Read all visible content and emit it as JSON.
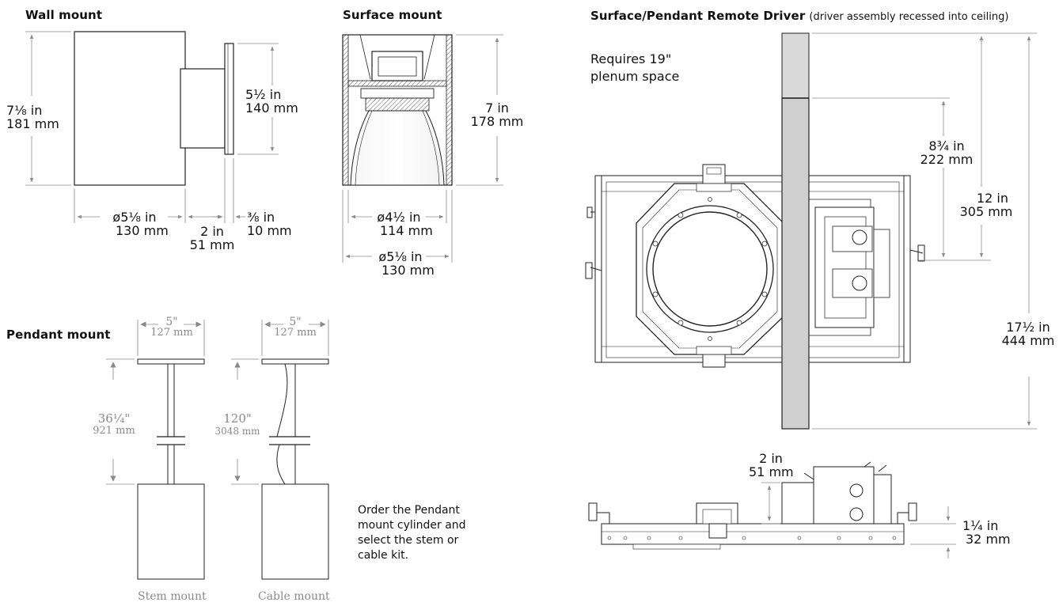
{
  "wall_mount": {
    "title": "Wall mount",
    "height_in": "7⅛ in",
    "height_mm": "181 mm",
    "plate_in": "5½ in",
    "plate_mm": "140 mm",
    "diam_in": "ø5⅛ in",
    "diam_mm": "130 mm",
    "arm_in": "2 in",
    "arm_mm": "51 mm",
    "plate_thk_in": "⅜ in",
    "plate_thk_mm": "10 mm"
  },
  "surface_mount": {
    "title": "Surface mount",
    "height_in": "7 in",
    "height_mm": "178 mm",
    "inner_in": "ø4½ in",
    "inner_mm": "114 mm",
    "outer_in": "ø5⅛ in",
    "outer_mm": "130 mm"
  },
  "remote_driver": {
    "title": "Surface/Pendant Remote Driver",
    "subtitle": "(driver assembly recessed into ceiling)",
    "plenum_note": "Requires 19\" plenum space",
    "dim1_in": "8¾ in",
    "dim1_mm": "222 mm",
    "dim2_in": "12 in",
    "dim2_mm": "305 mm",
    "dim3_in": "17½ in",
    "dim3_mm": "444 mm",
    "side_height_in": "2 in",
    "side_height_mm": "51 mm",
    "side_depth_in": "1¼ in",
    "side_depth_mm": "32 mm"
  },
  "pendant_mount": {
    "title": "Pendant mount",
    "stem": {
      "width_in": "5\"",
      "width_mm": "127 mm",
      "length_in": "36¼\"",
      "length_mm": "921 mm",
      "label": "Stem mount"
    },
    "cable": {
      "width_in": "5\"",
      "width_mm": "127 mm",
      "length_in": "120\"",
      "length_mm": "3048 mm",
      "label": "Cable mount"
    },
    "order_note": "Order the Pendant mount cylinder and select the stem or cable kit."
  }
}
